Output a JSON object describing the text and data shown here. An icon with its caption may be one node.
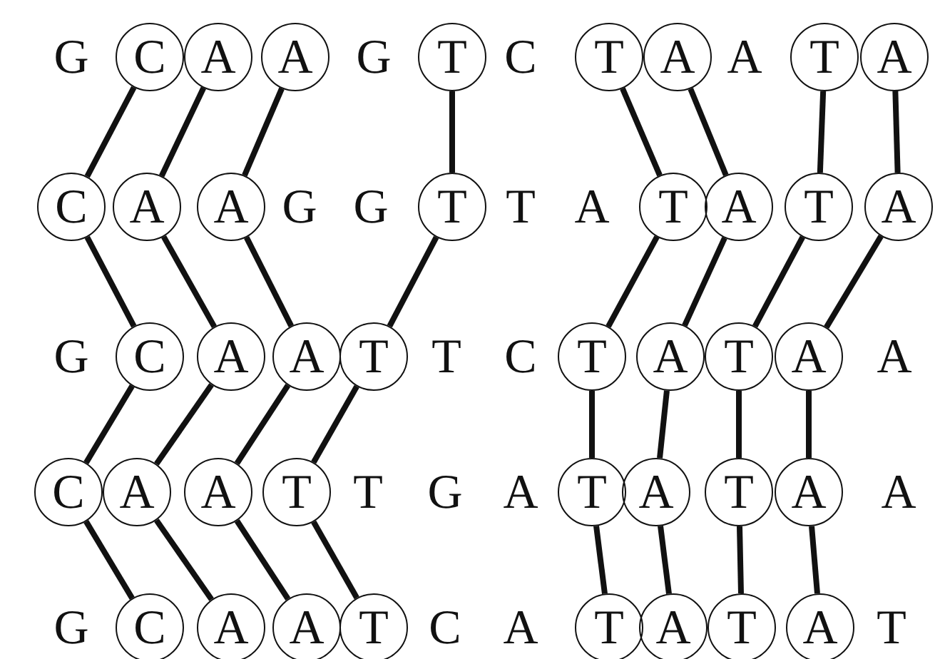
{
  "diagram": {
    "nodes": [
      {
        "text": [
          "C"
        ]
      },
      {
        "text": [
          "A"
        ]
      },
      {
        "text": [
          "A"
        ]
      },
      {
        "text": [
          "T"
        ]
      },
      {
        "text": [
          "T"
        ]
      },
      {
        "text": [
          "A"
        ]
      },
      {
        "text": [
          "T"
        ]
      },
      {
        "text": [
          "A"
        ]
      },
      {
        "text": [
          "C"
        ]
      },
      {
        "text": [
          "A"
        ]
      },
      {
        "text": [
          "A"
        ]
      },
      {
        "text": [
          "T"
        ]
      },
      {
        "text": [
          "T"
        ]
      },
      {
        "text": [
          "A"
        ]
      },
      {
        "text": [
          "T"
        ]
      },
      {
        "text": [
          "A"
        ]
      },
      {
        "text": [
          "C"
        ]
      },
      {
        "text": [
          "A"
        ]
      },
      {
        "text": [
          "A"
        ]
      },
      {
        "text": [
          "T"
        ]
      },
      {
        "text": [
          "T"
        ]
      },
      {
        "text": [
          "A"
        ]
      },
      {
        "text": [
          "T"
        ]
      },
      {
        "text": [
          "A"
        ]
      },
      {
        "text": [
          "C"
        ]
      },
      {
        "text": [
          "A"
        ]
      },
      {
        "text": [
          "A"
        ]
      },
      {
        "text": [
          "T"
        ]
      },
      {
        "text": [
          "T"
        ]
      },
      {
        "text": [
          "A"
        ]
      },
      {
        "text": [
          "T"
        ]
      },
      {
        "text": [
          "A"
        ]
      },
      {
        "text": [
          "C"
        ]
      },
      {
        "text": [
          "A"
        ]
      },
      {
        "text": [
          "A"
        ]
      },
      {
        "text": [
          "T"
        ]
      },
      {
        "text": [
          "T"
        ]
      },
      {
        "text": [
          "A"
        ]
      },
      {
        "text": [
          "T"
        ]
      },
      {
        "text": [
          "A"
        ]
      }
    ],
    "edges": [
      {
        "from": 0,
        "to": 8,
        "arrow": "none"
      },
      {
        "from": 1,
        "to": 9,
        "arrow": "none"
      },
      {
        "from": 2,
        "to": 10,
        "arrow": "none"
      },
      {
        "from": 3,
        "to": 11,
        "arrow": "none"
      },
      {
        "from": 4,
        "to": 12,
        "arrow": "none"
      },
      {
        "from": 5,
        "to": 13,
        "arrow": "none"
      },
      {
        "from": 6,
        "to": 14,
        "arrow": "none"
      },
      {
        "from": 7,
        "to": 15,
        "arrow": "none"
      },
      {
        "from": 8,
        "to": 16,
        "arrow": "none"
      },
      {
        "from": 9,
        "to": 17,
        "arrow": "none"
      },
      {
        "from": 10,
        "to": 18,
        "arrow": "none"
      },
      {
        "from": 11,
        "to": 19,
        "arrow": "none"
      },
      {
        "from": 12,
        "to": 20,
        "arrow": "none"
      },
      {
        "from": 13,
        "to": 21,
        "arrow": "none"
      },
      {
        "from": 14,
        "to": 22,
        "arrow": "none"
      },
      {
        "from": 15,
        "to": 23,
        "arrow": "none"
      },
      {
        "from": 16,
        "to": 24,
        "arrow": "none"
      },
      {
        "from": 17,
        "to": 25,
        "arrow": "none"
      },
      {
        "from": 18,
        "to": 26,
        "arrow": "none"
      },
      {
        "from": 19,
        "to": 27,
        "arrow": "none"
      },
      {
        "from": 20,
        "to": 28,
        "arrow": "none"
      },
      {
        "from": 21,
        "to": 29,
        "arrow": "none"
      },
      {
        "from": 22,
        "to": 30,
        "arrow": "none"
      },
      {
        "from": 23,
        "to": 31,
        "arrow": "none"
      },
      {
        "from": 24,
        "to": 32,
        "arrow": "none"
      },
      {
        "from": 25,
        "to": 33,
        "arrow": "none"
      },
      {
        "from": 26,
        "to": 34,
        "arrow": "none"
      },
      {
        "from": 27,
        "to": 35,
        "arrow": "none"
      },
      {
        "from": 28,
        "to": 36,
        "arrow": "none"
      },
      {
        "from": 29,
        "to": 37,
        "arrow": "none"
      },
      {
        "from": 30,
        "to": 38,
        "arrow": "none"
      },
      {
        "from": 31,
        "to": 39,
        "arrow": "none"
      }
    ],
    "labels": [
      "G",
      "G",
      "C",
      "A",
      "G",
      "G",
      "T",
      "A",
      "G",
      "T",
      "C",
      "A",
      "T",
      "G",
      "A",
      "A",
      "G",
      "C",
      "A",
      "T"
    ]
  }
}
